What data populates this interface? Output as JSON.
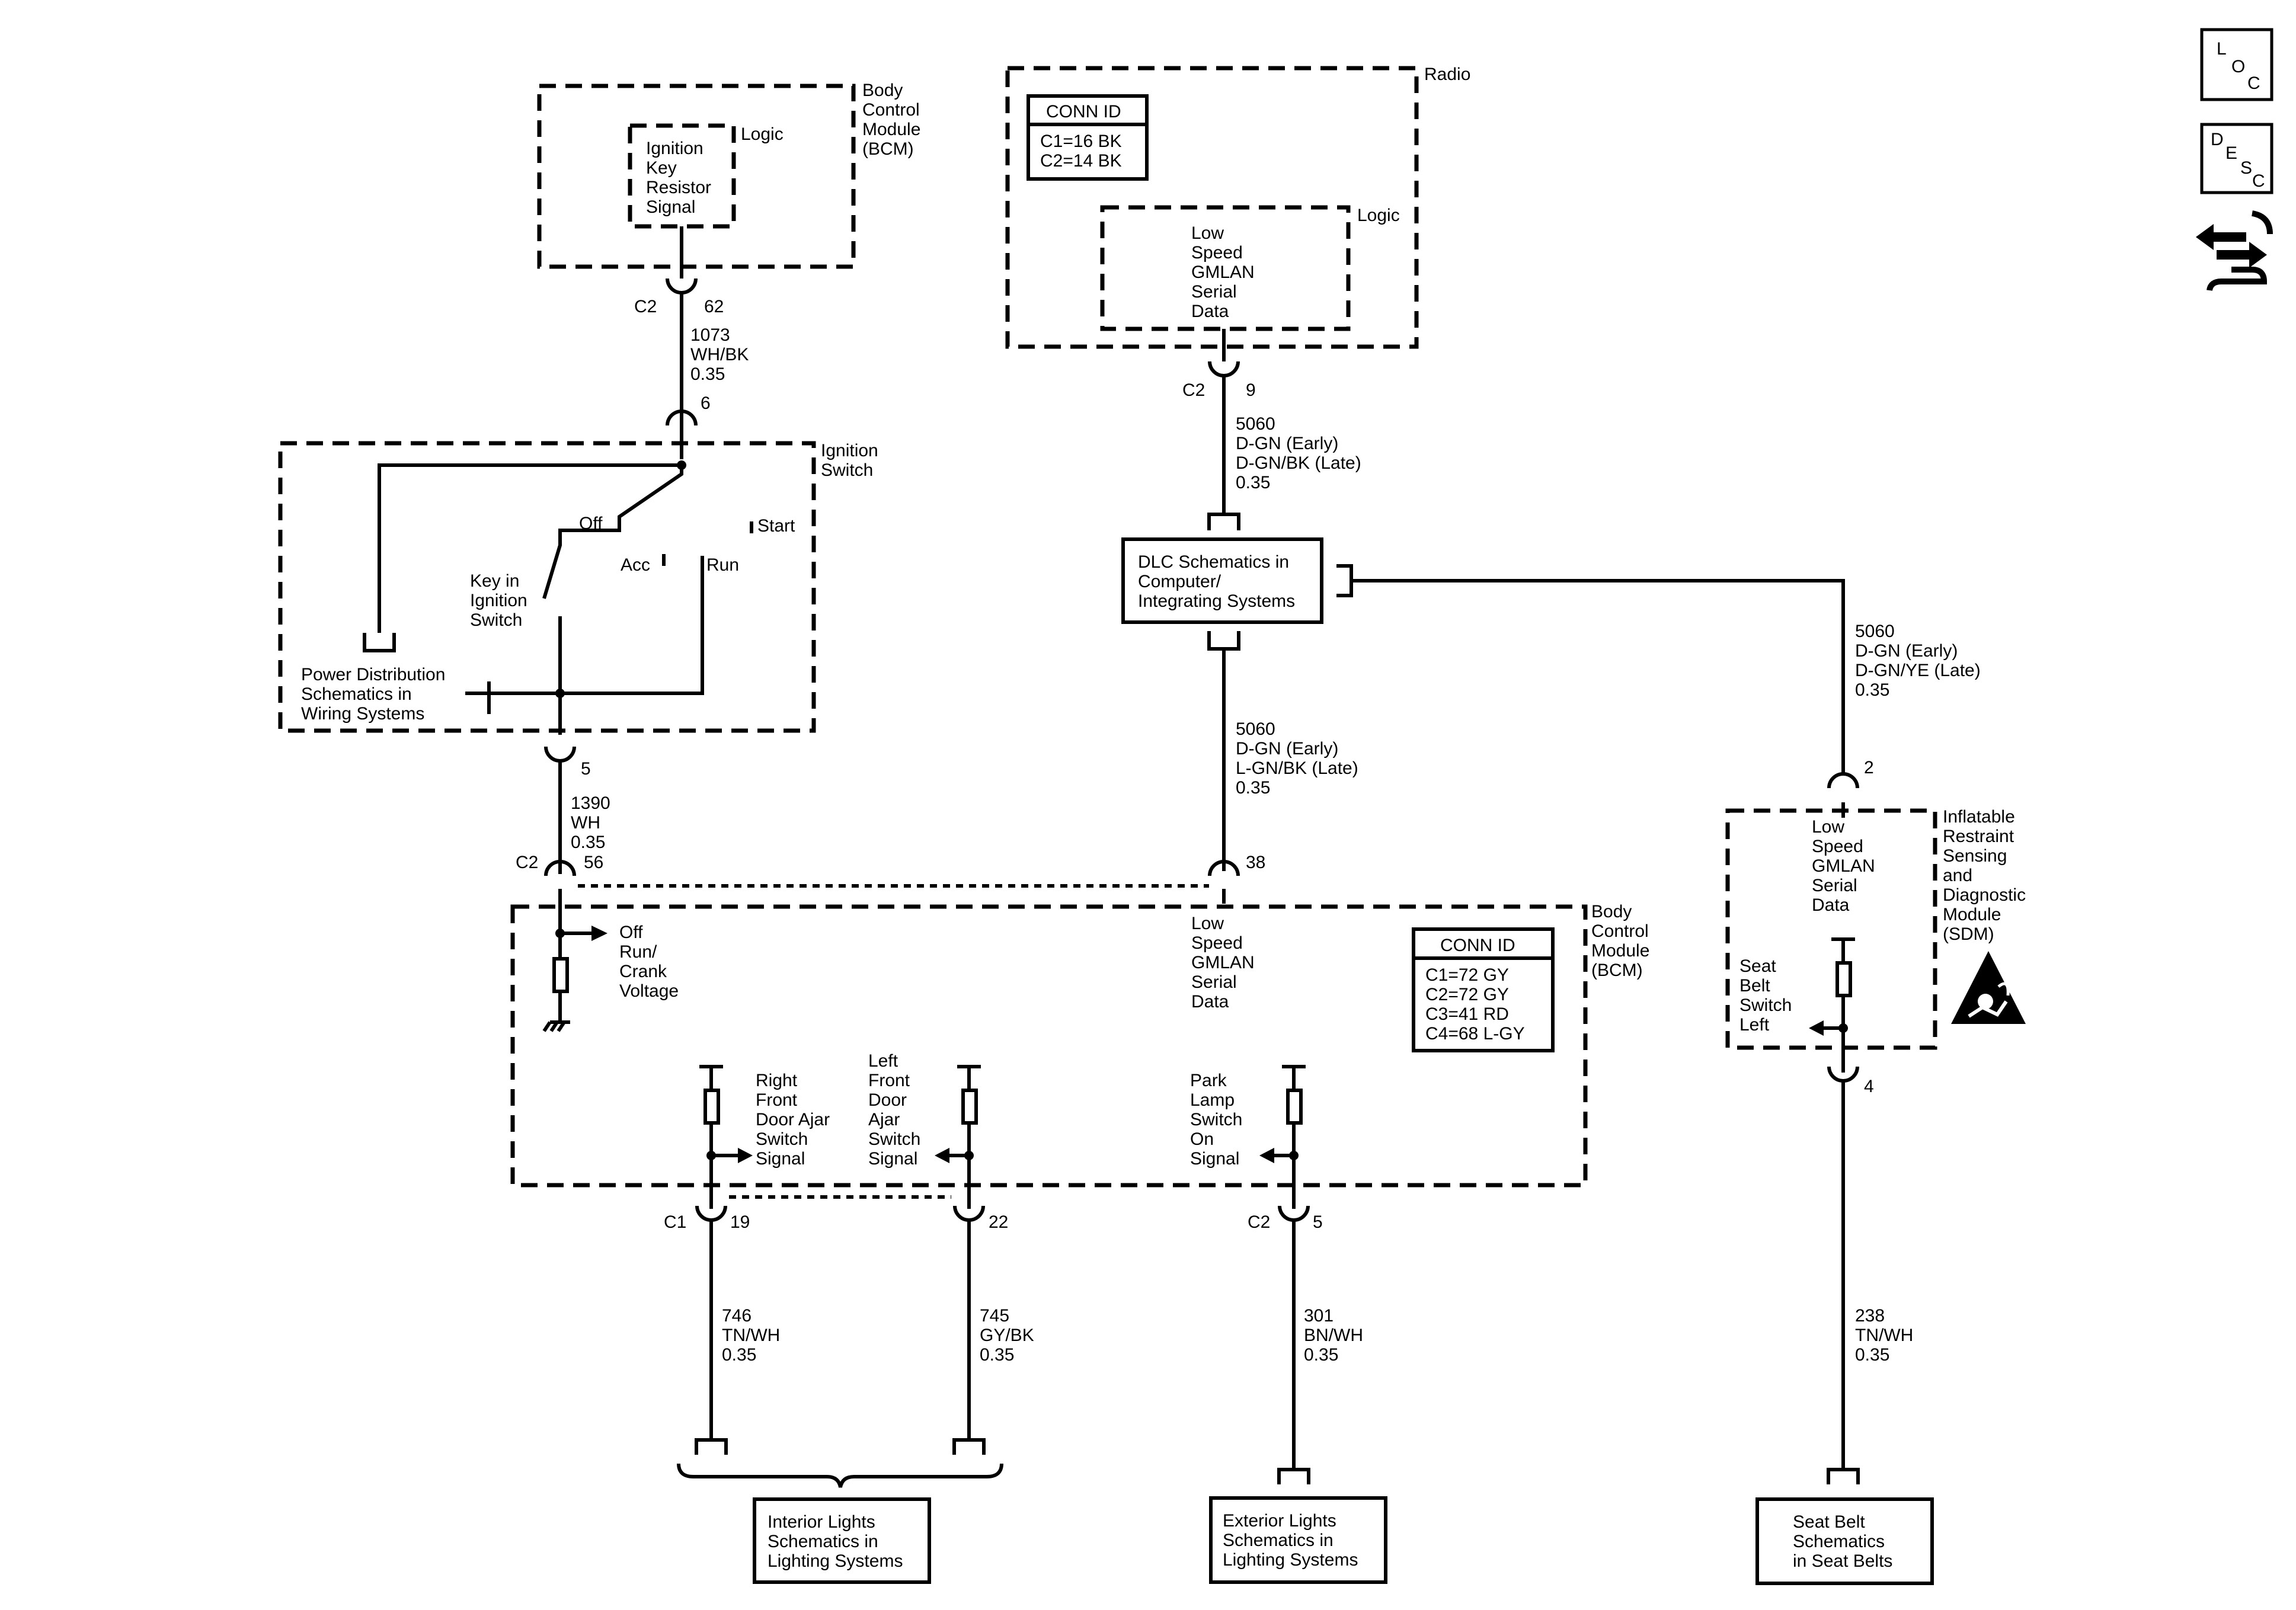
{
  "bcm_top": {
    "title": [
      "Body",
      "Control",
      "Module",
      "(BCM)"
    ],
    "logic": "Logic",
    "signal": [
      "Ignition",
      "Key",
      "Resistor",
      "Signal"
    ]
  },
  "bcm_wire": {
    "conn": "C2",
    "pin_top": "62",
    "circuit": [
      "1073",
      "WH/BK",
      "0.35"
    ],
    "pin_bottom": "6"
  },
  "ignition_switch": {
    "title": [
      "Ignition",
      "Switch"
    ],
    "off": "Off",
    "start": "Start",
    "acc": "Acc",
    "run": "Run",
    "key": [
      "Key in",
      "Ignition",
      "Switch"
    ],
    "power": [
      "Power Distribution",
      "Schematics in",
      "Wiring Systems"
    ]
  },
  "ign_wire": {
    "pin_top": "5",
    "circuit": [
      "1390",
      "WH",
      "0.35"
    ],
    "conn": "C2",
    "pin_bottom": "56"
  },
  "radio": {
    "title": "Radio",
    "conn_header": "CONN ID",
    "conn_lines": [
      "C1=16 BK",
      "C2=14 BK"
    ],
    "logic": "Logic",
    "signal": [
      "Low",
      "Speed",
      "GMLAN",
      "Serial",
      "Data"
    ]
  },
  "radio_wire": {
    "conn": "C2",
    "pin": "9",
    "circuit": [
      "5060",
      "D-GN (Early)",
      "D-GN/BK (Late)",
      "0.35"
    ]
  },
  "dlc": [
    "DLC Schematics in",
    "Computer/",
    "Integrating Systems"
  ],
  "dlc_wire": {
    "circuit": [
      "5060",
      "D-GN (Early)",
      "L-GN/BK (Late)",
      "0.35"
    ],
    "pin": "38"
  },
  "sdm_wire": {
    "circuit": [
      "5060",
      "D-GN (Early)",
      "D-GN/YE (Late)",
      "0.35"
    ],
    "pin_top": "2",
    "pin_bottom": "4"
  },
  "bcm_main": {
    "title": [
      "Body",
      "Control",
      "Module",
      "(BCM)"
    ],
    "voltage": [
      "Off",
      "Run/",
      "Crank",
      "Voltage"
    ],
    "gmlan": [
      "Low",
      "Speed",
      "GMLAN",
      "Serial",
      "Data"
    ],
    "conn_header": "CONN ID",
    "conn_lines": [
      "C1=72 GY",
      "C2=72 GY",
      "C3=41 RD",
      "C4=68 L-GY"
    ],
    "rf_door": [
      "Right",
      "Front",
      "Door Ajar",
      "Switch",
      "Signal"
    ],
    "lf_door": [
      "Left",
      "Front",
      "Door",
      "Ajar",
      "Switch",
      "Signal"
    ],
    "park": [
      "Park",
      "Lamp",
      "Switch",
      "On",
      "Signal"
    ]
  },
  "sdm": {
    "title": [
      "Inflatable",
      "Restraint",
      "Sensing",
      "and",
      "Diagnostic",
      "Module",
      "(SDM)"
    ],
    "gmlan": [
      "Low",
      "Speed",
      "GMLAN",
      "Serial",
      "Data"
    ],
    "seat": [
      "Seat",
      "Belt",
      "Switch",
      "Left"
    ]
  },
  "bottom_wires": {
    "c1": "C1",
    "pin19": "19",
    "pin22": "22",
    "c2": "C2",
    "pin5": "5",
    "w746": [
      "746",
      "TN/WH",
      "0.35"
    ],
    "w745": [
      "745",
      "GY/BK",
      "0.35"
    ],
    "w301": [
      "301",
      "BN/WH",
      "0.35"
    ],
    "w238": [
      "238",
      "TN/WH",
      "0.35"
    ]
  },
  "destinations": {
    "interior": [
      "Interior Lights",
      "Schematics in",
      "Lighting Systems"
    ],
    "exterior": [
      "Exterior Lights",
      "Schematics in",
      "Lighting Systems"
    ],
    "seatbelt": [
      "Seat Belt",
      "Schematics",
      "in Seat Belts"
    ]
  },
  "icons": {
    "loc": [
      "L",
      "O",
      "C"
    ],
    "desc": [
      "D",
      "E",
      "S",
      "C"
    ],
    "third": "connector-tool-icon",
    "sdm_warning": "airbag-warning-icon"
  }
}
